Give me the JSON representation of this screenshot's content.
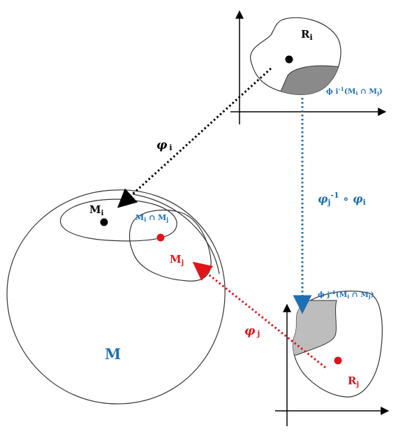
{
  "labels": {
    "R_i": "R",
    "R_i_sub": "i",
    "phi_inv_top": "ϕ i",
    "phi_inv_top_sup": "-1",
    "phi_inv_top_rest": "(M",
    "phi_inv_top_s1": "i",
    "phi_inv_top_cap": " ∩ M",
    "phi_inv_top_s2": "j",
    "phi_inv_top_close": ")",
    "varphi_i": "φ",
    "varphi_i_sub": "i",
    "transition": "φ",
    "transition_sub": "j",
    "transition_sup": "-1",
    "transition_mid": " ∘  φ",
    "transition_sub2": "i",
    "M_i": "M",
    "M_i_sub": "i",
    "overlap": "M",
    "overlap_s1": "i",
    "overlap_cap": " ∩ M",
    "overlap_s2": "j",
    "M_j": "M",
    "M_j_sub": "j",
    "phi_inv_bottom": "ϕ j",
    "phi_inv_bottom_sup": "-1",
    "phi_inv_bottom_rest": "(M",
    "phi_inv_bottom_s1": "i",
    "phi_inv_bottom_cap": " ∩ M",
    "phi_inv_bottom_s2": "j",
    "phi_inv_bottom_close": ")",
    "varphi_j": "φ",
    "varphi_j_sub": "j",
    "M": "M",
    "R_j": "R",
    "R_j_sub": "j"
  },
  "colors": {
    "blue": "#1f6fb5",
    "red": "#e0141a",
    "black": "#000000",
    "shade": "#8a8a8a"
  }
}
